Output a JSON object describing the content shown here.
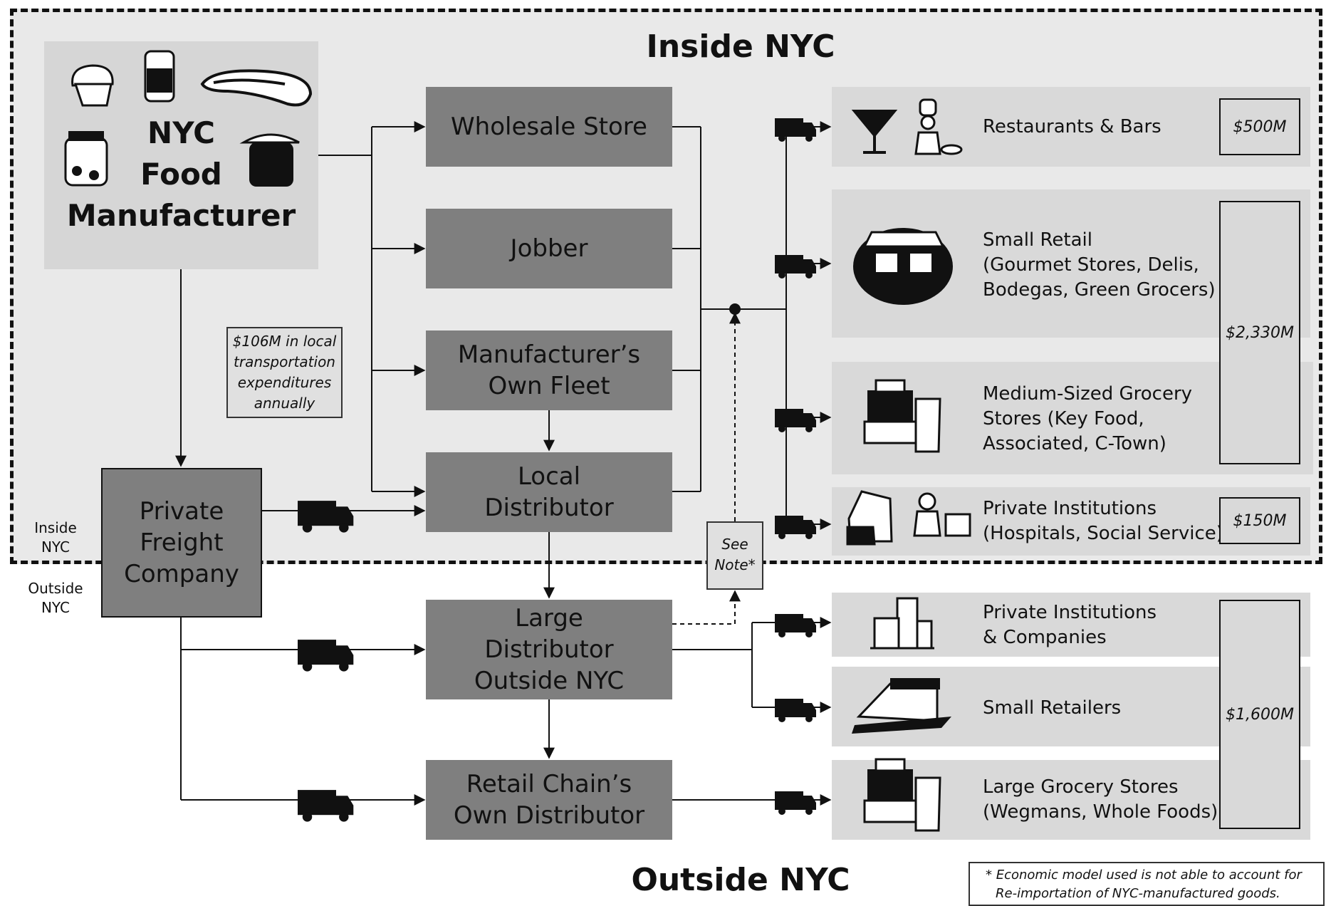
{
  "zones": {
    "inside_title": "Inside NYC",
    "outside_title": "Outside NYC"
  },
  "manufacturer": {
    "label_lines": [
      "NYC",
      "Food",
      "Manufacturer"
    ]
  },
  "transport_note": {
    "lines": [
      "$106M in local",
      "transportation",
      "expenditures",
      "annually"
    ]
  },
  "boundary_labels": {
    "inside": [
      "Inside",
      "NYC"
    ],
    "outside": [
      "Outside",
      "NYC"
    ]
  },
  "nodes": {
    "wholesale": [
      "Wholesale Store"
    ],
    "jobber": [
      "Jobber"
    ],
    "fleet": [
      "Manufacturer’s",
      "Own Fleet"
    ],
    "local_distributor": [
      "Local",
      "Distributor"
    ],
    "private_freight": [
      "Private",
      "Freight",
      "Company"
    ],
    "large_distributor": [
      "Large",
      "Distributor",
      "Outside NYC"
    ],
    "retail_chain": [
      "Retail Chain’s",
      "Own Distributor"
    ]
  },
  "see_note": [
    "See",
    "Note*"
  ],
  "destinations": {
    "restaurants": [
      "Restaurants & Bars"
    ],
    "small_retail": [
      "Small Retail",
      "(Gourmet Stores, Delis,",
      "Bodegas, Green Grocers)"
    ],
    "medium_grocery": [
      "Medium-Sized Grocery",
      "Stores (Key Food,",
      "Associated, C-Town)"
    ],
    "private_institutions_in": [
      "Private Institutions",
      "(Hospitals, Social Service)"
    ],
    "private_institutions_out": [
      "Private Institutions",
      "& Companies"
    ],
    "small_retailers": [
      "Small Retailers"
    ],
    "large_grocery": [
      "Large Grocery Stores",
      "(Wegmans, Whole Foods)"
    ]
  },
  "values": {
    "restaurants": "$500M",
    "retail_grocery": "$2,330M",
    "institutions": "$150M",
    "outside": "$1,600M"
  },
  "footnote": [
    "* Economic model used is not able to account for",
    "Re-importation of NYC-manufactured goods."
  ],
  "icons": [
    "muffin-icon",
    "can-icon",
    "steak-icon",
    "jam-jar-icon",
    "preserves-jar-icon",
    "truck-icon",
    "martini-icon",
    "chef-icon",
    "storefront-icon",
    "cash-register-icon",
    "buildings-icon",
    "nurse-icon",
    "office-building-icon",
    "shop-icon"
  ]
}
